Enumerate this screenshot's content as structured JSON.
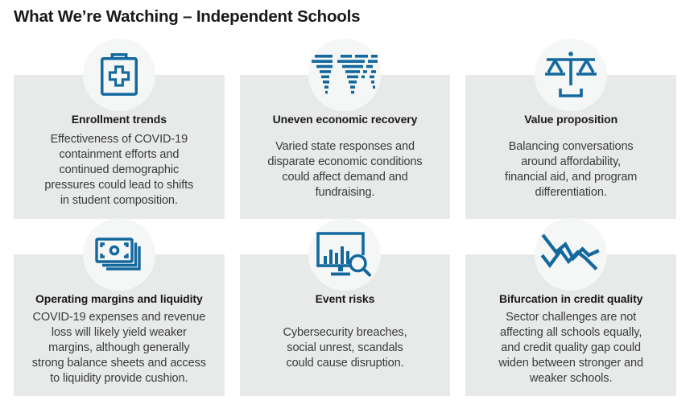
{
  "title": "What We’re Watching – Independent Schools",
  "colors": {
    "accent_blue": "#13689E",
    "card_bg": "#E8E9E9",
    "circle_bg": "#F5F6F6",
    "heading_text": "#1A1A1A",
    "body_text": "#3A3B3C",
    "title_text": "#191919",
    "page_bg": "#FFFFFF"
  },
  "cards": [
    {
      "icon": "first-aid-kit-icon",
      "heading": "Enrollment trends",
      "body": "Effectiveness of COVID-19\ncontainment efforts and\ncontinued demographic\npressures could lead to shifts\nin student composition."
    },
    {
      "icon": "world-map-icon",
      "heading": "Uneven economic recovery",
      "body": "Varied state responses and\ndisparate economic conditions\ncould affect demand and\nfundraising."
    },
    {
      "icon": "balance-scales-icon",
      "heading": "Value proposition",
      "body": "Balancing conversations\naround affordability,\nfinancial aid, and program\ndifferentiation."
    },
    {
      "icon": "banknotes-stack-icon",
      "heading": "Operating margins and liquidity",
      "body": "COVID-19 expenses and revenue\nloss will likely yield weaker\nmargins, although generally\nstrong balance sheets and access\nto liquidity provide cushion."
    },
    {
      "icon": "monitor-magnifier-icon",
      "heading": "Event risks",
      "body": "Cybersecurity breaches,\nsocial unrest, scandals\ncould cause disruption."
    },
    {
      "icon": "diverging-lines-chart-icon",
      "heading": "Bifurcation in credit quality",
      "body": "Sector challenges are not\naffecting all schools equally,\nand credit quality gap could\nwiden between stronger and\nweaker schools."
    }
  ]
}
